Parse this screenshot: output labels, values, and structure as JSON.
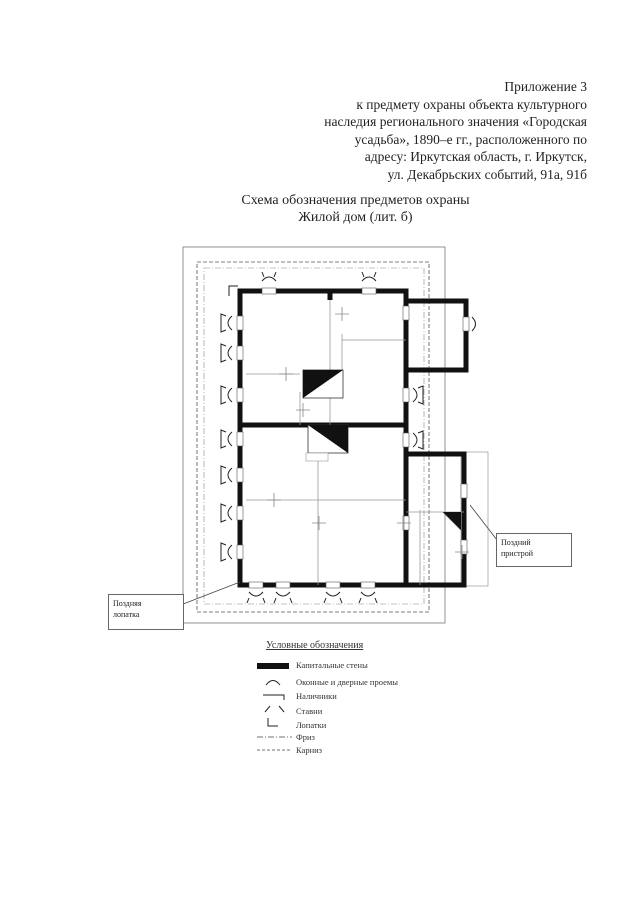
{
  "header": {
    "lines": [
      "Приложение 3",
      "к предмету охраны объекта культурного",
      "наследия регионального значения «Городская",
      "усадьба», 1890–е гг., расположенного по",
      "адресу: Иркутская область, г. Иркутск,",
      "ул. Декабрьских событий, 91а, 91б"
    ]
  },
  "title": {
    "line1": "Схема обозначения предметов охраны",
    "line2": "Жилой дом (лит. б)"
  },
  "callouts": {
    "late_pilaster": [
      "Поздняя",
      "лопатка"
    ],
    "late_annex": [
      "Поздний",
      "пристрой"
    ]
  },
  "legend": {
    "title": "Условные обозначения",
    "items": [
      {
        "icon": "capital-wall-icon",
        "label": "Капитальные стены"
      },
      {
        "icon": "opening-arc-icon",
        "label": "Оконные и дверные проемы"
      },
      {
        "icon": "casing-bracket-icon",
        "label": "Наличники"
      },
      {
        "icon": "shutter-icon",
        "label": "Ставни"
      },
      {
        "icon": "pilaster-icon",
        "label": "Лопатки"
      },
      {
        "icon": "frieze-line-icon",
        "label": "Фриз"
      },
      {
        "icon": "cornice-line-icon",
        "label": "Карниз"
      }
    ]
  },
  "colors": {
    "wall": "#111111",
    "thin_line": "#888888",
    "text": "#222222"
  }
}
